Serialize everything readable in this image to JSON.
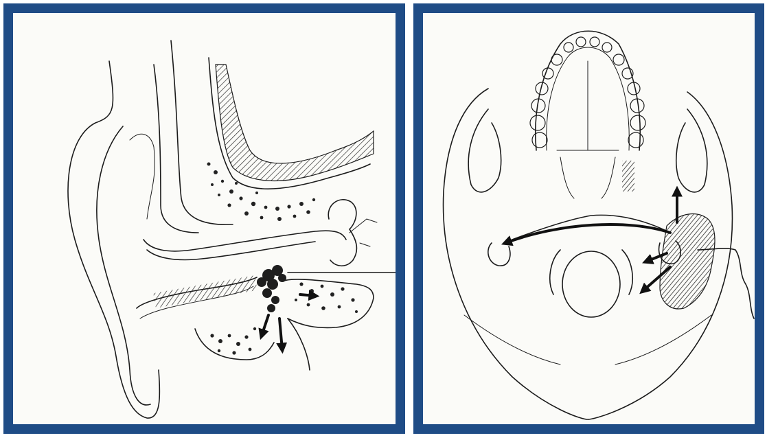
{
  "figure": {
    "frame_color": "#1f4c86",
    "background_color": "#fbfbf8",
    "ink_color": "#1b1b1b",
    "panels": [
      {
        "id": "left",
        "subject": "ear-cross-section",
        "icons": [
          "ear-canal-icon",
          "mastoid-bone-icon",
          "spread-arrow-icon"
        ]
      },
      {
        "id": "right",
        "subject": "skull-base-inferior-view",
        "icons": [
          "dentition-icon",
          "foramen-magnum-icon",
          "spread-arrow-icon"
        ]
      }
    ]
  }
}
